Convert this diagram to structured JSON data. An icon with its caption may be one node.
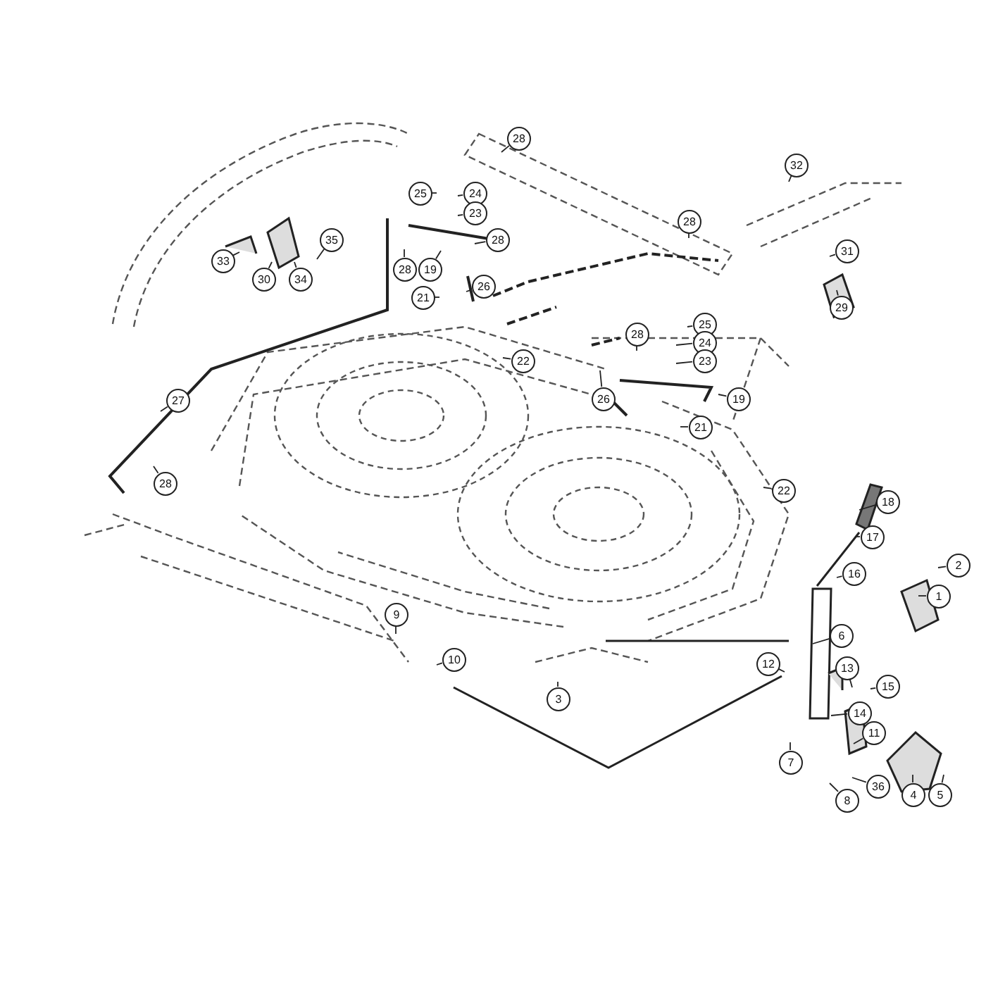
{
  "diagram": {
    "nodes": [
      {
        "text": [
          "28"
        ]
      },
      {
        "text": [
          "32"
        ]
      },
      {
        "text": [
          "25"
        ]
      },
      {
        "text": [
          "24"
        ]
      },
      {
        "text": [
          "23"
        ]
      },
      {
        "text": [
          "28"
        ]
      },
      {
        "text": [
          "35"
        ]
      },
      {
        "text": [
          "28"
        ]
      },
      {
        "text": [
          "31"
        ]
      },
      {
        "text": [
          "33"
        ]
      },
      {
        "text": [
          "28"
        ]
      },
      {
        "text": [
          "19"
        ]
      },
      {
        "text": [
          "30"
        ]
      },
      {
        "text": [
          "34"
        ]
      },
      {
        "text": [
          "26"
        ]
      },
      {
        "text": [
          "21"
        ]
      },
      {
        "text": [
          "29"
        ]
      },
      {
        "text": [
          "25"
        ]
      },
      {
        "text": [
          "28"
        ]
      },
      {
        "text": [
          "24"
        ]
      },
      {
        "text": [
          "22"
        ]
      },
      {
        "text": [
          "23"
        ]
      },
      {
        "text": [
          "27"
        ]
      },
      {
        "text": [
          "26"
        ]
      },
      {
        "text": [
          "19"
        ]
      },
      {
        "text": [
          "21"
        ]
      },
      {
        "text": [
          "28"
        ]
      },
      {
        "text": [
          "22"
        ]
      },
      {
        "text": [
          "18"
        ]
      },
      {
        "text": [
          "17"
        ]
      },
      {
        "text": [
          "2"
        ]
      },
      {
        "text": [
          "16"
        ]
      },
      {
        "text": [
          "1"
        ]
      },
      {
        "text": [
          "9"
        ]
      },
      {
        "text": [
          "6"
        ]
      },
      {
        "text": [
          "10"
        ]
      },
      {
        "text": [
          "12"
        ]
      },
      {
        "text": [
          "13"
        ]
      },
      {
        "text": [
          "15"
        ]
      },
      {
        "text": [
          "3"
        ]
      },
      {
        "text": [
          "14"
        ]
      },
      {
        "text": [
          "11"
        ]
      },
      {
        "text": [
          "7"
        ]
      },
      {
        "text": [
          "36"
        ]
      },
      {
        "text": [
          "4"
        ]
      },
      {
        "text": [
          "5"
        ]
      },
      {
        "text": [
          "8"
        ]
      }
    ],
    "edges": [
      {
        "from": 0,
        "to": null,
        "arrow": "none"
      },
      {
        "from": 1,
        "to": null,
        "arrow": "none"
      },
      {
        "from": 2,
        "to": null,
        "arrow": "none"
      },
      {
        "from": 3,
        "to": null,
        "arrow": "none"
      },
      {
        "from": 4,
        "to": null,
        "arrow": "none"
      },
      {
        "from": 5,
        "to": null,
        "arrow": "none"
      },
      {
        "from": 6,
        "to": null,
        "arrow": "none"
      },
      {
        "from": 7,
        "to": null,
        "arrow": "none"
      },
      {
        "from": 8,
        "to": null,
        "arrow": "none"
      },
      {
        "from": 9,
        "to": null,
        "arrow": "none"
      },
      {
        "from": 10,
        "to": null,
        "arrow": "none"
      },
      {
        "from": 11,
        "to": null,
        "arrow": "none"
      },
      {
        "from": 12,
        "to": null,
        "arrow": "none"
      },
      {
        "from": 13,
        "to": null,
        "arrow": "none"
      },
      {
        "from": 14,
        "to": null,
        "arrow": "none"
      },
      {
        "from": 15,
        "to": null,
        "arrow": "none"
      },
      {
        "from": 16,
        "to": null,
        "arrow": "none"
      },
      {
        "from": 17,
        "to": null,
        "arrow": "none"
      },
      {
        "from": 18,
        "to": null,
        "arrow": "none"
      },
      {
        "from": 19,
        "to": null,
        "arrow": "none"
      },
      {
        "from": 20,
        "to": null,
        "arrow": "none"
      },
      {
        "from": 21,
        "to": null,
        "arrow": "none"
      },
      {
        "from": 22,
        "to": null,
        "arrow": "none"
      },
      {
        "from": 23,
        "to": null,
        "arrow": "none"
      },
      {
        "from": 24,
        "to": null,
        "arrow": "none"
      },
      {
        "from": 25,
        "to": null,
        "arrow": "none"
      },
      {
        "from": 26,
        "to": null,
        "arrow": "none"
      },
      {
        "from": 27,
        "to": null,
        "arrow": "none"
      },
      {
        "from": 28,
        "to": null,
        "arrow": "none"
      },
      {
        "from": 29,
        "to": null,
        "arrow": "none"
      },
      {
        "from": 30,
        "to": null,
        "arrow": "none"
      },
      {
        "from": 31,
        "to": null,
        "arrow": "none"
      },
      {
        "from": 32,
        "to": null,
        "arrow": "none"
      },
      {
        "from": 33,
        "to": null,
        "arrow": "none"
      },
      {
        "from": 34,
        "to": null,
        "arrow": "none"
      },
      {
        "from": 35,
        "to": null,
        "arrow": "none"
      },
      {
        "from": 36,
        "to": null,
        "arrow": "none"
      },
      {
        "from": 37,
        "to": null,
        "arrow": "none"
      },
      {
        "from": 38,
        "to": null,
        "arrow": "none"
      },
      {
        "from": 39,
        "to": null,
        "arrow": "none"
      },
      {
        "from": 40,
        "to": null,
        "arrow": "none"
      },
      {
        "from": 41,
        "to": null,
        "arrow": "none"
      },
      {
        "from": 42,
        "to": null,
        "arrow": "none"
      },
      {
        "from": 43,
        "to": null,
        "arrow": "none"
      },
      {
        "from": 44,
        "to": null,
        "arrow": "none"
      },
      {
        "from": 45,
        "to": null,
        "arrow": "none"
      },
      {
        "from": 46,
        "to": null,
        "arrow": "none"
      }
    ]
  }
}
